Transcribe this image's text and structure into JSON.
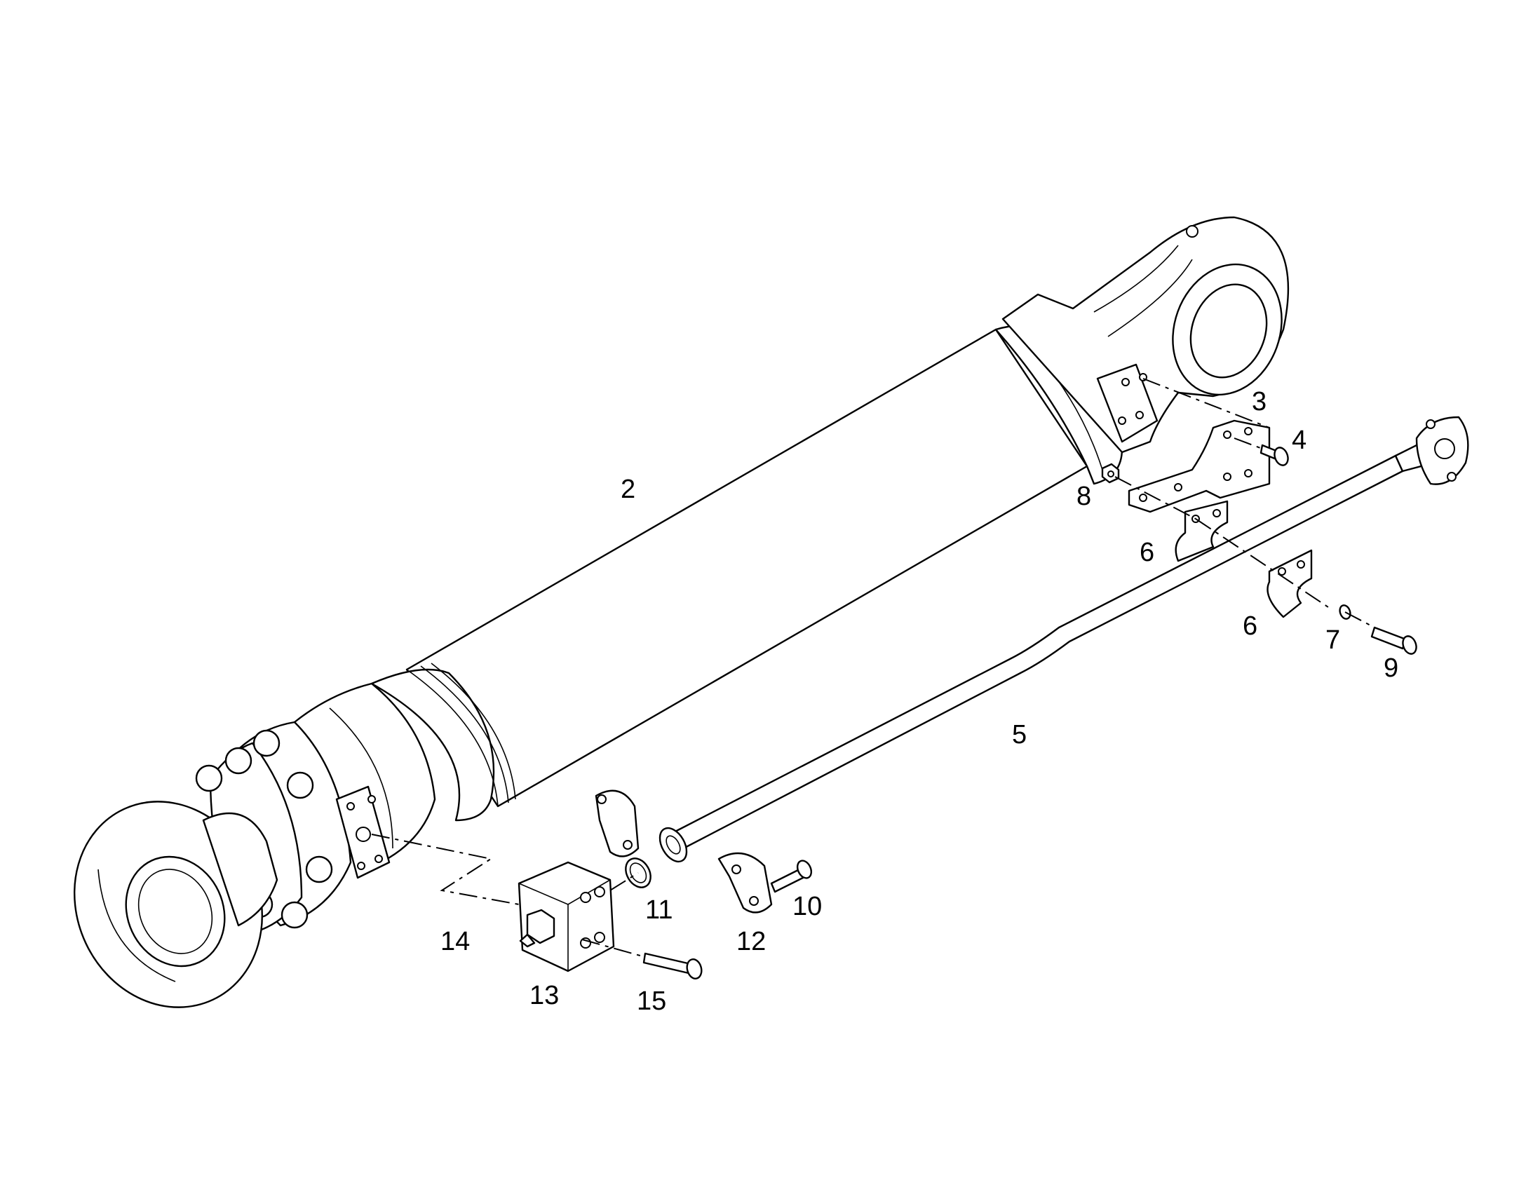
{
  "callouts": [
    {
      "id": "c2",
      "label": "2"
    },
    {
      "id": "c3",
      "label": "3"
    },
    {
      "id": "c4",
      "label": "4"
    },
    {
      "id": "c5",
      "label": "5"
    },
    {
      "id": "c6a",
      "label": "6"
    },
    {
      "id": "c6b",
      "label": "6"
    },
    {
      "id": "c7",
      "label": "7"
    },
    {
      "id": "c8",
      "label": "8"
    },
    {
      "id": "c9",
      "label": "9"
    },
    {
      "id": "c10",
      "label": "10"
    },
    {
      "id": "c11",
      "label": "11"
    },
    {
      "id": "c12",
      "label": "12"
    },
    {
      "id": "c13",
      "label": "13"
    },
    {
      "id": "c14",
      "label": "14"
    },
    {
      "id": "c15",
      "label": "15"
    }
  ]
}
